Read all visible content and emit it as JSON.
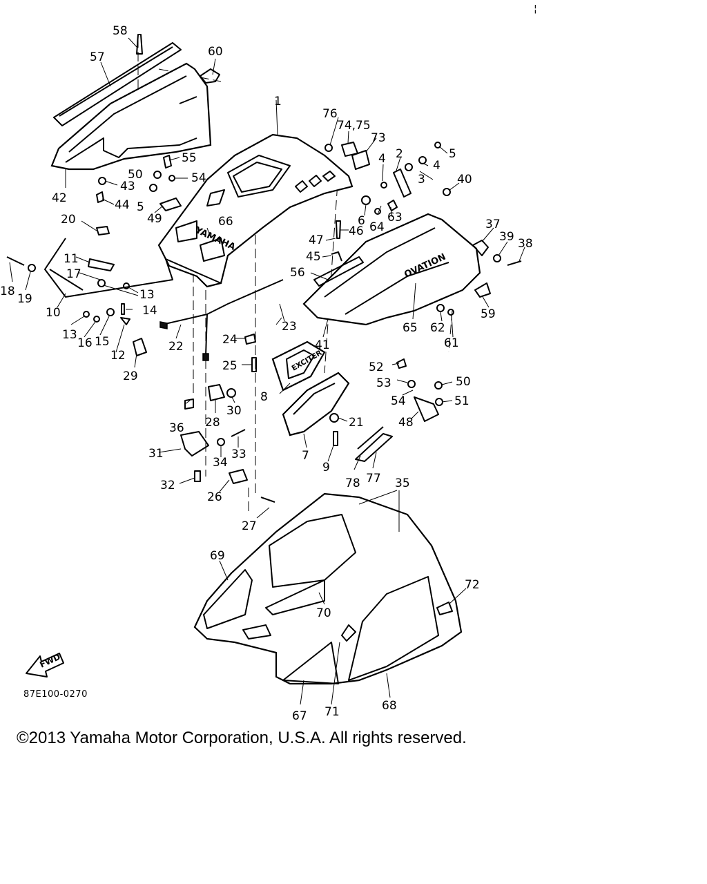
{
  "diagram": {
    "drawing_code": "87E100-0270",
    "fwd_label": "FWD",
    "edge_mark": "¦",
    "decorative_text": {
      "hood_brand": "YAMAHA",
      "panel_model": "OVATION",
      "decal": "EXCITER"
    },
    "callouts": [
      "1",
      "2",
      "3",
      "4",
      "4",
      "5",
      "5",
      "6",
      "7",
      "8",
      "9",
      "10",
      "11",
      "12",
      "13",
      "13",
      "14",
      "15",
      "16",
      "17",
      "18",
      "19",
      "20",
      "21",
      "22",
      "23",
      "24",
      "25",
      "26",
      "27",
      "28",
      "29",
      "30",
      "31",
      "32",
      "33",
      "34",
      "35",
      "36",
      "37",
      "38",
      "39",
      "40",
      "41",
      "42",
      "43",
      "44",
      "45",
      "46",
      "47",
      "48",
      "49",
      "50",
      "50",
      "51",
      "52",
      "53",
      "54",
      "54",
      "55",
      "56",
      "57",
      "58",
      "59",
      "60",
      "61",
      "62",
      "63",
      "64",
      "65",
      "66",
      "67",
      "68",
      "69",
      "70",
      "71",
      "72",
      "73",
      "74,75",
      "76",
      "77",
      "78"
    ]
  },
  "footer": {
    "copyright": "©2013 Yamaha Motor Corporation, U.S.A. All rights reserved."
  }
}
